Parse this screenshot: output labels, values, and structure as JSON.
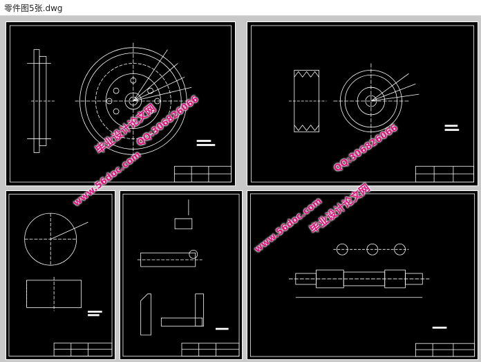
{
  "window": {
    "title": "零件图5张.dwg"
  },
  "sheets": [
    {
      "id": "sheet-1",
      "drawing": "gear-disc"
    },
    {
      "id": "sheet-2",
      "drawing": "pulley"
    },
    {
      "id": "sheet-3",
      "drawing": "cylinder"
    },
    {
      "id": "sheet-4",
      "drawing": "shaft-parts"
    },
    {
      "id": "sheet-5",
      "drawing": "stepped-shaft"
    }
  ],
  "watermarks": [
    {
      "text": "毕业设计论文网",
      "color": "#e0117a"
    },
    {
      "text": "QQ:306826066",
      "color": "#e0117a"
    },
    {
      "text": "www.56doc.com",
      "color": "#e0117a"
    },
    {
      "text": "QQ:306826066",
      "color": "#e0117a"
    },
    {
      "text": "毕业设计论文网",
      "color": "#e0117a"
    },
    {
      "text": "www.56doc.com",
      "color": "#e0117a"
    }
  ],
  "colors": {
    "background": "#000000",
    "line": "#ffffff",
    "watermark": "#e0117a",
    "canvas": "#c8c8c8"
  }
}
